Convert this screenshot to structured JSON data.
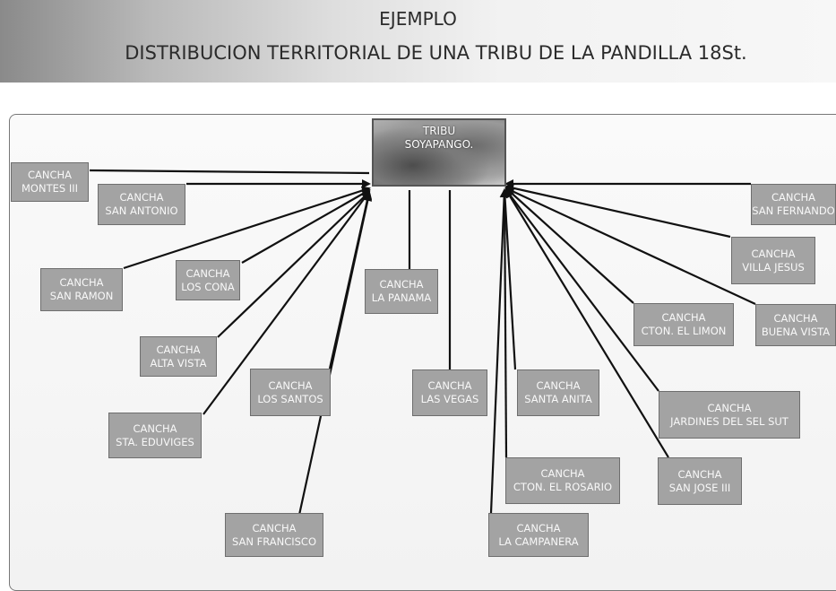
{
  "header": {
    "title": "EJEMPLO",
    "subtitle": "DISTRIBUCION TERRITORIAL DE UNA TRIBU DE LA PANDILLA 18St."
  },
  "center": {
    "line1": "TRIBU",
    "line2": "SOYAPANGO."
  },
  "nodes": [
    {
      "id": "montes-iii",
      "line1": "CANCHA",
      "line2": "MONTES III"
    },
    {
      "id": "san-antonio",
      "line1": "CANCHA",
      "line2": "SAN ANTONIO"
    },
    {
      "id": "san-ramon",
      "line1": "CANCHA",
      "line2": "SAN RAMON"
    },
    {
      "id": "los-cona",
      "line1": "CANCHA",
      "line2": "LOS CONA"
    },
    {
      "id": "alta-vista",
      "line1": "CANCHA",
      "line2": "ALTA VISTA"
    },
    {
      "id": "los-santos",
      "line1": "CANCHA",
      "line2": "LOS SANTOS"
    },
    {
      "id": "sta-eduviges",
      "line1": "CANCHA",
      "line2": "STA. EDUVIGES"
    },
    {
      "id": "san-francisco",
      "line1": "CANCHA",
      "line2": "SAN FRANCISCO"
    },
    {
      "id": "la-panama",
      "line1": "CANCHA",
      "line2": "LA PANAMA"
    },
    {
      "id": "las-vegas",
      "line1": "CANCHA",
      "line2": "LAS VEGAS"
    },
    {
      "id": "santa-anita",
      "line1": "CANCHA",
      "line2": "SANTA ANITA"
    },
    {
      "id": "cton-el-rosario",
      "line1": "CANCHA",
      "line2": "CTON. EL ROSARIO"
    },
    {
      "id": "la-campanera",
      "line1": "CANCHA",
      "line2": "LA CAMPANERA"
    },
    {
      "id": "san-fernando",
      "line1": "CANCHA",
      "line2": "SAN FERNANDO"
    },
    {
      "id": "villa-jesus",
      "line1": "CANCHA",
      "line2": "VILLA JESUS"
    },
    {
      "id": "cton-el-limon",
      "line1": "CANCHA",
      "line2": "CTON. EL LIMON"
    },
    {
      "id": "buena-vista",
      "line1": "CANCHA",
      "line2": "BUENA VISTA"
    },
    {
      "id": "jardines-del-sel-sut",
      "line1": "CANCHA",
      "line2": "JARDINES DEL SEL SUT"
    },
    {
      "id": "san-jose-iii",
      "line1": "CANCHA",
      "line2": "SAN JOSE III"
    }
  ]
}
